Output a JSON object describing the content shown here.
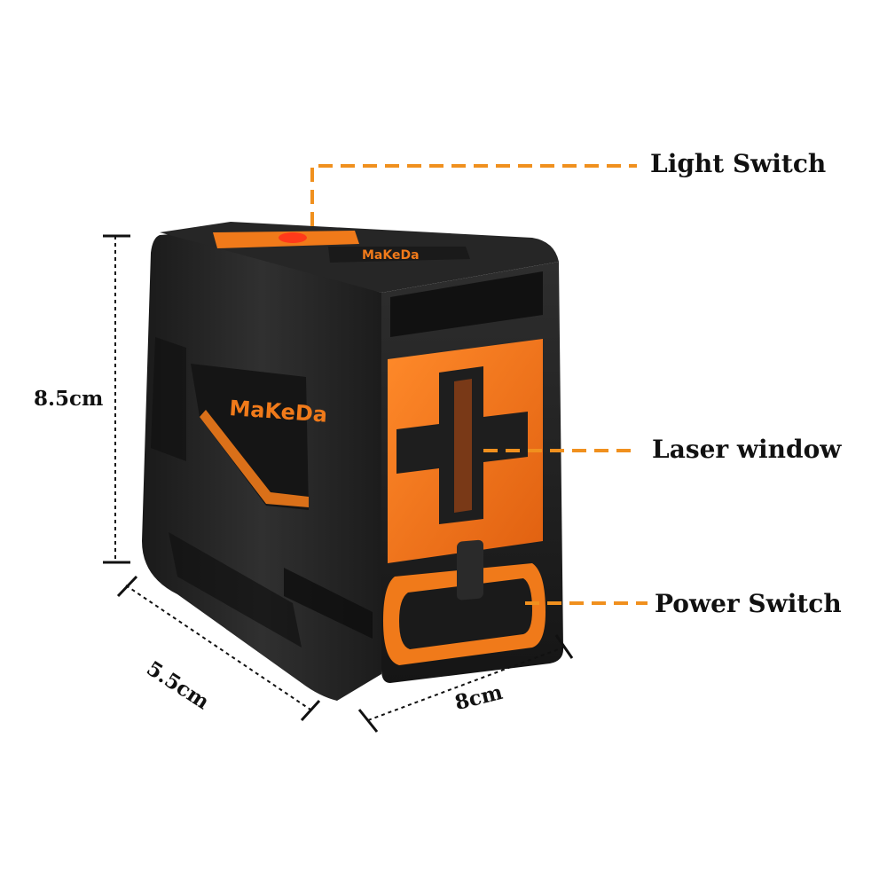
{
  "callouts": {
    "light_switch": "Light Switch",
    "laser_window": "Laser window",
    "power_switch": "Power Switch"
  },
  "dimensions": {
    "height": "8.5cm",
    "depth": "5.5cm",
    "width": "8cm"
  },
  "product": {
    "brand_side": "MaKeDa",
    "brand_top": "MaKeDa",
    "icons": [
      "laser-cross-icon",
      "light-switch-button"
    ]
  },
  "colors": {
    "accent": "#f07a1a",
    "callout_line": "#f0901e",
    "body": "#2a2a2a",
    "body_dark": "#151515"
  }
}
